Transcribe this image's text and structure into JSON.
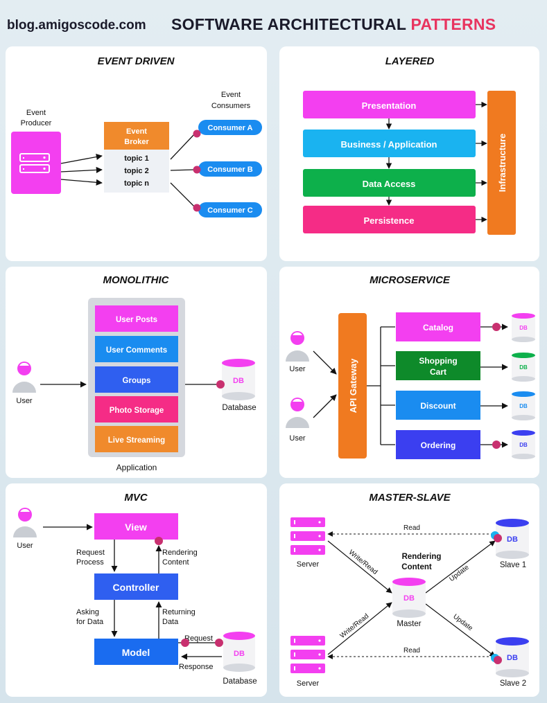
{
  "header": {
    "site": "blog.amigoscode.com",
    "title_main": "SOFTWARE ARCHITECTURAL",
    "title_accent": "PATTERNS"
  },
  "colors": {
    "magenta": "#f33ff0",
    "orange": "#f08a2c",
    "blue": "#1a8cf0",
    "sky": "#1ab3f0",
    "green": "#0db04b",
    "pink": "#f52c86",
    "royal": "#2f5ff0",
    "indigo": "#3b3ff0",
    "dot": "#c8306f",
    "gateway": "#f07a20",
    "infra": "#f07a20",
    "darkgreen": "#0e8a2a"
  },
  "event_driven": {
    "title": "EVENT DRIVEN",
    "producer_label_1": "Event",
    "producer_label_2": "Producer",
    "consumers_label_1": "Event",
    "consumers_label_2": "Consumers",
    "broker_1": "Event",
    "broker_2": "Broker",
    "topics": [
      "topic 1",
      "topic 2",
      "topic n"
    ],
    "consumers": [
      "Consumer A",
      "Consumer B",
      "Consumer C"
    ]
  },
  "layered": {
    "title": "LAYERED",
    "layers": [
      "Presentation",
      "Business / Application",
      "Data Access",
      "Persistence"
    ],
    "infra": "Infrastructure"
  },
  "monolithic": {
    "title": "MONOLITHIC",
    "user": "User",
    "modules": [
      "User Posts",
      "User Comments",
      "Groups",
      "Photo Storage",
      "Live Streaming"
    ],
    "application": "Application",
    "db": "DB",
    "database": "Database"
  },
  "microservice": {
    "title": "MICROSERVICE",
    "users": [
      "User",
      "User"
    ],
    "gateway": "API Gateway",
    "services": [
      "Catalog",
      "Shopping",
      "Cart",
      "Discount",
      "Ordering"
    ],
    "db": "DB"
  },
  "mvc": {
    "title": "MVC",
    "user": "User",
    "view": "View",
    "controller": "Controller",
    "model": "Model",
    "request_process_1": "Request",
    "request_process_2": "Process",
    "rendering_1": "Rendering",
    "rendering_2": "Content",
    "asking_1": "Asking",
    "asking_2": "for Data",
    "returning_1": "Returning",
    "returning_2": "Data",
    "request": "Request",
    "response": "Response",
    "db": "DB",
    "database": "Database"
  },
  "master_slave": {
    "title": "MASTER-SLAVE",
    "server": "Server",
    "read": "Read",
    "write_read": "Write/Read",
    "update": "Update",
    "rendering_1": "Rendering",
    "rendering_2": "Content",
    "db": "DB",
    "master": "Master",
    "slave1": "Slave 1",
    "slave2": "Slave 2"
  }
}
